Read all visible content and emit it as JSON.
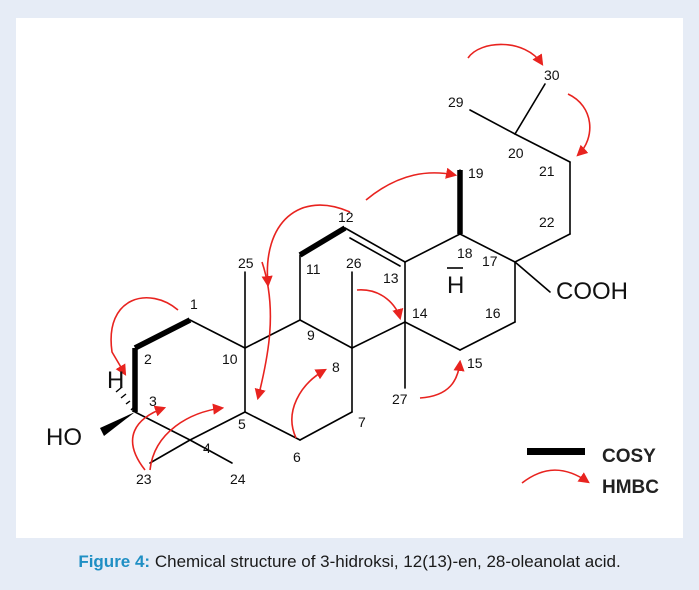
{
  "figure": {
    "caption_label": "Figure 4:",
    "caption_text": " Chemical structure of 3-hidroksi, 12(13)-en, 28-oleanolat acid."
  },
  "structure": {
    "atom_numbers": {
      "n1": "1",
      "n2": "2",
      "n3": "3",
      "n4": "4",
      "n5": "5",
      "n6": "6",
      "n7": "7",
      "n8": "8",
      "n9": "9",
      "n10": "10",
      "n11": "11",
      "n12": "12",
      "n13": "13",
      "n14": "14",
      "n15": "15",
      "n16": "16",
      "n17": "17",
      "n18": "18",
      "n19": "19",
      "n20": "20",
      "n21": "21",
      "n22": "22",
      "n23": "23",
      "n24": "24",
      "n25": "25",
      "n26": "26",
      "n27": "27",
      "n29": "29",
      "n30": "30"
    },
    "groups": {
      "h3": "H",
      "ho": "HO",
      "h18": "H",
      "cooh": "COOH"
    }
  },
  "legend": {
    "cosy": "COSY",
    "hmbc": "HMBC"
  },
  "colors": {
    "bond": "#000000",
    "hmbc_arrow": "#e8231f",
    "caption_label": "#1f8fc4",
    "background": "#e6ecf6"
  }
}
